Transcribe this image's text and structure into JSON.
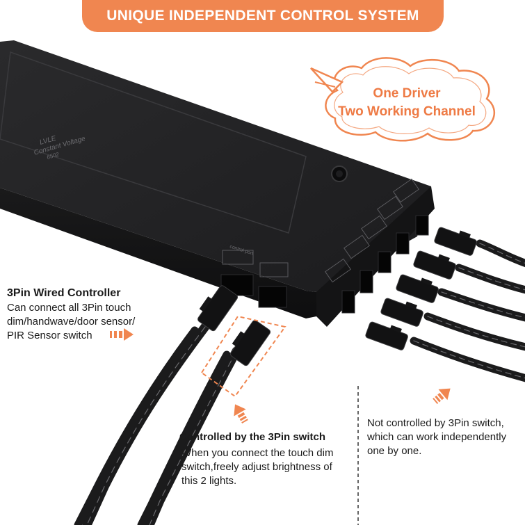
{
  "header": {
    "title": "UNIQUE INDEPENDENT CONTROL SYSTEM"
  },
  "bubble": {
    "lines": [
      "One Driver",
      "Two Working Channel"
    ]
  },
  "device": {
    "label_lines": [
      "LVLE",
      "Constant Voltage",
      "6502"
    ],
    "control_port_label": "control port"
  },
  "left_callout": {
    "title": "3Pin Wired Controller",
    "lines": [
      "Can connect all 3Pin touch",
      "dim/handwave/door sensor/",
      "PIR Sensor switch"
    ]
  },
  "bottom_callout": {
    "title": "Controlled by the 3Pin switch",
    "lines": [
      "When you connect the touch dim",
      "switch,freely adjust brightness of",
      "this 2 lights."
    ]
  },
  "right_callout": {
    "lines": [
      "Not controlled by 3Pin switch,",
      "which can work independently",
      "one by one."
    ]
  },
  "colors": {
    "accent": "#f08650",
    "accent_text": "#ee7a44",
    "device": "#1f1f21",
    "text": "#1a1a1a"
  }
}
